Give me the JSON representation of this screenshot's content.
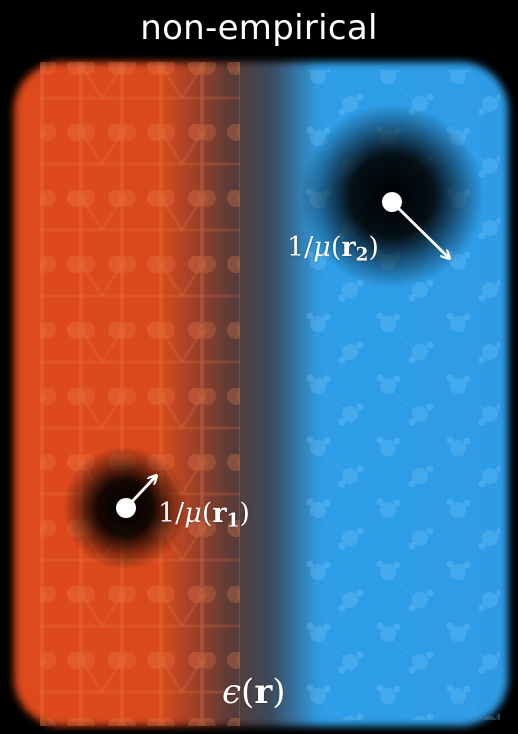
{
  "title": "non-empirical",
  "labels": {
    "inv_mu_r2_prefix": "1/",
    "inv_mu_r2_mu": "μ",
    "inv_mu_r2_open": "(",
    "inv_mu_r2_r": "r",
    "inv_mu_r2_sub": "2",
    "inv_mu_r2_close": ")",
    "inv_mu_r1_prefix": "1/",
    "inv_mu_r1_mu": "μ",
    "inv_mu_r1_open": "(",
    "inv_mu_r1_r": "r",
    "inv_mu_r1_sub": "1",
    "inv_mu_r1_close": ")",
    "eps_symbol": "ϵ",
    "eps_open": "(",
    "eps_r": "r",
    "eps_close": ")"
  },
  "colors": {
    "background": "#000000",
    "left_region": "#e0481a",
    "right_region": "#2f9ee8",
    "text": "#ffffff"
  },
  "icons": [
    "electron-point-icon",
    "arrow-icon"
  ]
}
